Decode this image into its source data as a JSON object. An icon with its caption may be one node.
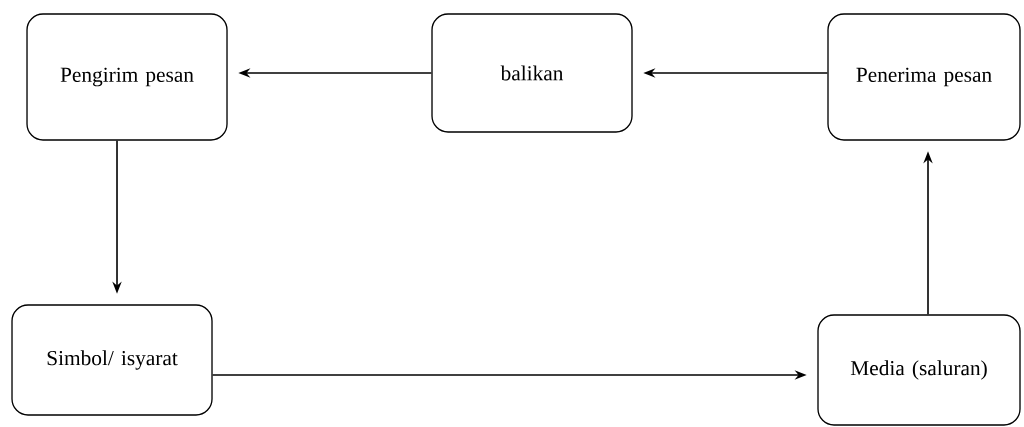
{
  "diagram": {
    "nodes": [
      {
        "text": [
          "Pengirim pesan"
        ]
      },
      {
        "text": [
          "balikan"
        ]
      },
      {
        "text": [
          "Penerima pesan"
        ]
      },
      {
        "text": [
          "Simbol/ isyarat"
        ]
      },
      {
        "text": [
          "Media (saluran)"
        ]
      }
    ],
    "edges": [
      {
        "from": 2,
        "to": 1,
        "arrow": "to"
      },
      {
        "from": 1,
        "to": 0,
        "arrow": "to"
      },
      {
        "from": 0,
        "to": 3,
        "arrow": "to"
      },
      {
        "from": 3,
        "to": 4,
        "arrow": "to"
      },
      {
        "from": 4,
        "to": 2,
        "arrow": "to"
      }
    ]
  }
}
